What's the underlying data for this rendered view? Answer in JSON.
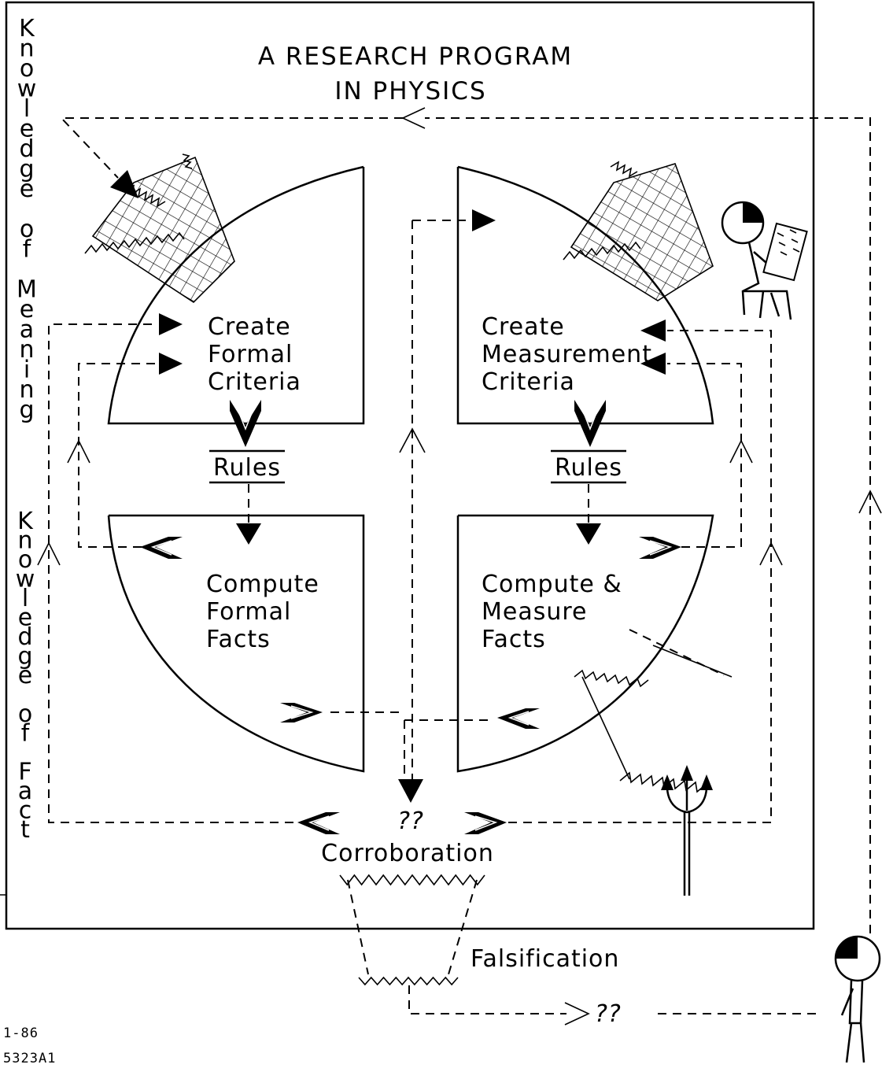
{
  "diagram": {
    "title_line1": "A RESEARCH PROGRAM",
    "title_line2": "IN PHYSICS",
    "side_top_letters": [
      "K",
      "n",
      "o",
      "w",
      "l",
      "e",
      "d",
      "g",
      "e",
      "",
      "o",
      "f",
      "",
      "M",
      "e",
      "a",
      "n",
      "i",
      "n",
      "g"
    ],
    "side_bottom_letters": [
      "K",
      "n",
      "o",
      "w",
      "l",
      "e",
      "d",
      "g",
      "e",
      "",
      "o",
      "f",
      "",
      "F",
      "a",
      "c",
      "t"
    ],
    "quadrants": {
      "top_left": [
        "Create",
        "Formal",
        "Criteria"
      ],
      "top_right": [
        "Create",
        "Measurement",
        "Criteria"
      ],
      "bottom_left": [
        "Compute",
        "Formal",
        "Facts"
      ],
      "bottom_right": [
        "Compute &",
        "Measure",
        "Facts"
      ]
    },
    "rules_left": "Rules",
    "rules_right": "Rules",
    "corroboration_marks": "??",
    "corroboration": "Corroboration",
    "falsification": "Falsification",
    "falsification_marks": "??",
    "figure_id_line1": "1-86",
    "figure_id_line2": "5323A1"
  }
}
